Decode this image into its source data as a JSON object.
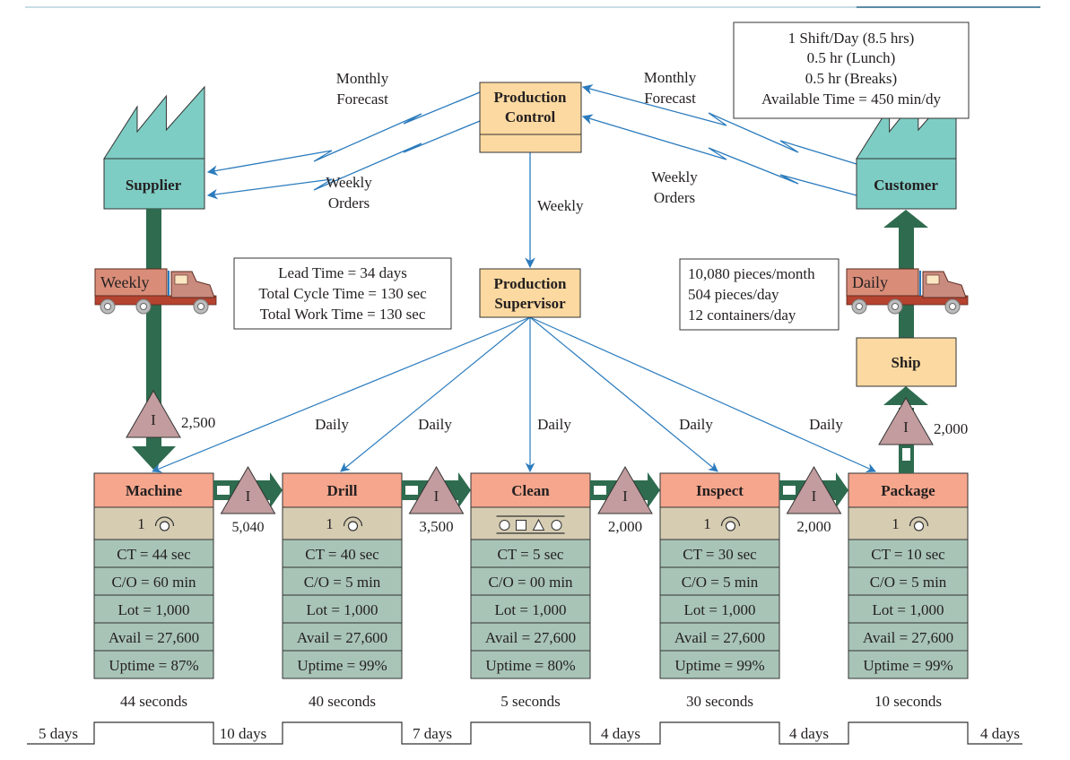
{
  "colors": {
    "factory": "#7ecdc4",
    "control_box": "#fcd9a0",
    "process_header": "#f5a68c",
    "operator_row": "#d5ccb2",
    "data_row": "#a8c4b7",
    "inventory": "#c29c9e",
    "push_arrow": "#2e6b4f",
    "info_line": "#2b7bbd",
    "truck_body": "#d98d78",
    "truck_chassis": "#b5432f",
    "top_rule": "#c9dce6",
    "top_rule_accent": "#5b8aa6"
  },
  "supplier": {
    "label": "Supplier",
    "icon": "factory-icon"
  },
  "customer": {
    "label": "Customer",
    "icon": "factory-icon",
    "info": [
      "1 Shift/Day (8.5 hrs)",
      "0.5 hr (Lunch)",
      "0.5 hr (Breaks)",
      "Available Time = 450 min/dy"
    ]
  },
  "production_control": {
    "label_line1": "Production",
    "label_line2": "Control"
  },
  "production_supervisor": {
    "label_line1": "Production",
    "label_line2": "Supervisor"
  },
  "info_flows": {
    "left_forecast": [
      "Monthly",
      "Forecast"
    ],
    "left_orders": [
      "Weekly",
      "Orders"
    ],
    "right_forecast": [
      "Monthly",
      "Forecast"
    ],
    "right_orders": [
      "Weekly",
      "Orders"
    ],
    "control_to_supervisor": "Weekly",
    "supervisor_to_process": "Daily"
  },
  "inbound_truck": {
    "label": "Weekly",
    "icon": "truck-icon"
  },
  "outbound_truck": {
    "label": "Daily",
    "icon": "truck-icon"
  },
  "summary_box": [
    "Lead Time = 34 days",
    "Total Cycle Time = 130 sec",
    "Total Work Time = 130 sec"
  ],
  "demand_box": [
    "10,080 pieces/month",
    "504 pieces/day",
    "12 containers/day"
  ],
  "ship": {
    "label": "Ship"
  },
  "inventory_marker": "I",
  "raw_inventory": "2,500",
  "finished_inventory": "2,000",
  "processes": [
    {
      "name": "Machine",
      "operators": "1",
      "ct": "CT = 44 sec",
      "co": "C/O = 60 min",
      "lot": "Lot = 1,000",
      "avail": "Avail = 27,600",
      "uptime": "Uptime = 87%",
      "time": "44 seconds"
    },
    {
      "name": "Drill",
      "operators": "1",
      "ct": "CT = 40 sec",
      "co": "C/O = 5 min",
      "lot": "Lot = 1,000",
      "avail": "Avail = 27,600",
      "uptime": "Uptime = 99%",
      "time": "40 seconds"
    },
    {
      "name": "Clean",
      "operators": "",
      "shared": true,
      "ct": "CT = 5 sec",
      "co": "C/O = 00 min",
      "lot": "Lot = 1,000",
      "avail": "Avail = 27,600",
      "uptime": "Uptime = 80%",
      "time": "5 seconds"
    },
    {
      "name": "Inspect",
      "operators": "1",
      "ct": "CT = 30 sec",
      "co": "C/O = 5 min",
      "lot": "Lot = 1,000",
      "avail": "Avail = 27,600",
      "uptime": "Uptime = 99%",
      "time": "30 seconds"
    },
    {
      "name": "Package",
      "operators": "1",
      "ct": "CT = 10 sec",
      "co": "C/O = 5 min",
      "lot": "Lot = 1,000",
      "avail": "Avail = 27,600",
      "uptime": "Uptime = 99%",
      "time": "10 seconds"
    }
  ],
  "between_inventory": [
    "5,040",
    "3,500",
    "2,000",
    "2,000"
  ],
  "timeline_days": [
    "5 days",
    "10 days",
    "7 days",
    "4 days",
    "4 days",
    "4 days"
  ]
}
